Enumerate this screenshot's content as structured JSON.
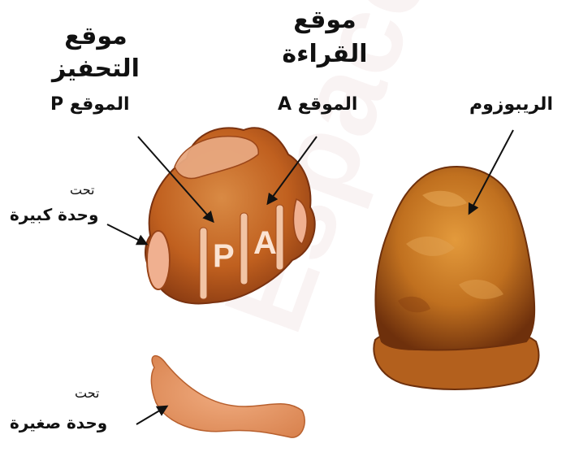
{
  "labels": {
    "p_site_title_line1": "موقع",
    "p_site_title_line2": "التحفيز",
    "a_site_title_line1": "موقع",
    "a_site_title_line2": "القراءة",
    "p_site": "الموقع P",
    "a_site": "الموقع A",
    "ribosome": "الريبوزوم",
    "large_subunit_prefix": "تحت",
    "large_subunit": "وحدة كبيرة",
    "small_subunit_prefix": "تحت",
    "small_subunit": "وحدة صغيرة"
  },
  "site_letters": {
    "p": "P",
    "a": "A"
  },
  "watermark": "Espace",
  "colors": {
    "subunit_fill": "#c8692a",
    "subunit_shadow": "#8a3b12",
    "subunit_highlight": "#f0a070",
    "small_subunit_fill": "#e89868",
    "ribosome_fill": "#c77425",
    "ribosome_shadow": "#7a3a0e",
    "text": "#111111",
    "arrow": "#111111"
  }
}
